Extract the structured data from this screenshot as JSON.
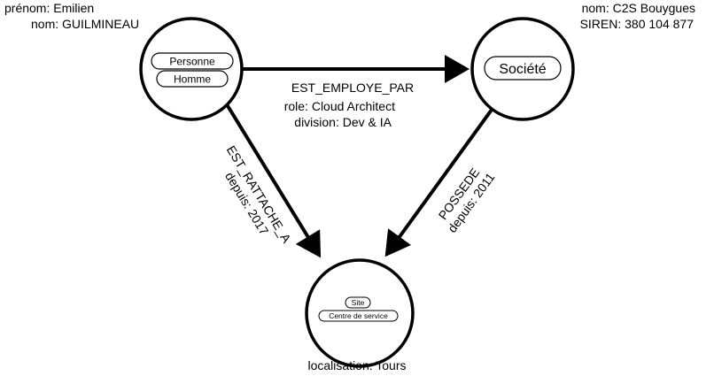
{
  "nodes": {
    "personne": {
      "labels": [
        "Personne",
        "Homme"
      ],
      "props": [
        "prénom: Emilien",
        "nom: GUILMINEAU"
      ]
    },
    "societe": {
      "labels": [
        "Société"
      ],
      "props": [
        "nom: C2S Bouygues",
        "SIREN: 380 104 877"
      ]
    },
    "site": {
      "labels": [
        "Site",
        "Centre de service"
      ],
      "props": [
        "localisation: Tours"
      ]
    }
  },
  "edges": {
    "employe": {
      "type": "EST_EMPLOYE_PAR",
      "props": [
        "role: Cloud Architect",
        "division: Dev & IA"
      ]
    },
    "rattache": {
      "type": "EST_RATTACHE_A",
      "props": [
        "depuis: 2017"
      ]
    },
    "possede": {
      "type": "POSSEDE",
      "props": [
        "depuis: 2011"
      ]
    }
  }
}
